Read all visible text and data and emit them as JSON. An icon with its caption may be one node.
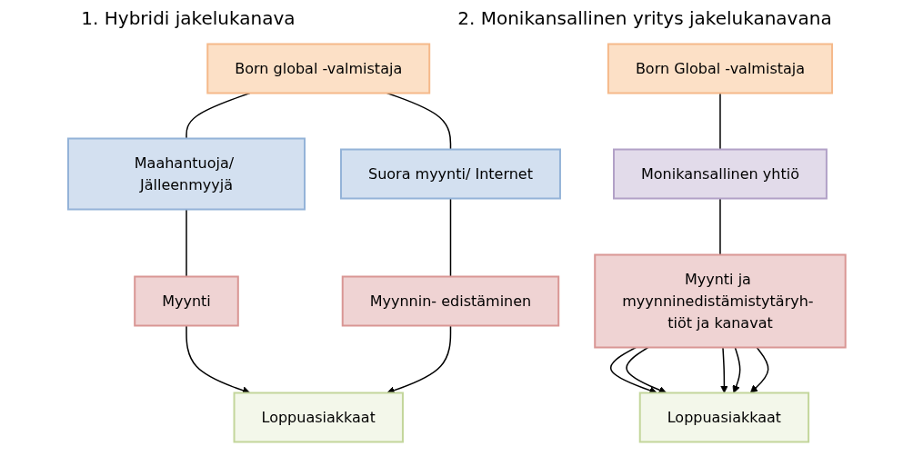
{
  "diagram": {
    "nodes": [
      {
        "text": [
          "Born global -valmistaja"
        ]
      },
      {
        "text": [
          "Maahantuoja/ Jälleenmyyjä"
        ]
      },
      {
        "text": [
          "Suora myynti/ Internet"
        ]
      },
      {
        "text": [
          "Myynti"
        ]
      },
      {
        "text": [
          "Myynnin- edistäminen"
        ]
      },
      {
        "text": [
          "Loppuasiakkaat"
        ]
      },
      {
        "text": [
          "Born Global -valmistaja"
        ]
      },
      {
        "text": [
          "Monikansallinen yhtiö"
        ]
      },
      {
        "text": [
          "Myynti ja myynninedistämistytäryh- tiöt ja kanavat"
        ]
      },
      {
        "text": [
          "Loppuasiakkaat"
        ]
      }
    ],
    "edges": [
      {
        "from": 0,
        "to": 1,
        "arrow": "none"
      },
      {
        "from": 0,
        "to": 2,
        "arrow": "none"
      },
      {
        "from": 1,
        "to": 3,
        "arrow": "none"
      },
      {
        "from": 2,
        "to": 4,
        "arrow": "none"
      },
      {
        "from": 3,
        "to": 5,
        "arrow": "to"
      },
      {
        "from": 4,
        "to": 5,
        "arrow": "to"
      },
      {
        "from": 6,
        "to": 7,
        "arrow": "none"
      },
      {
        "from": 7,
        "to": 8,
        "arrow": "none"
      },
      {
        "from": 8,
        "to": 9,
        "arrow": "to"
      },
      {
        "from": 8,
        "to": 9,
        "arrow": "to"
      },
      {
        "from": 8,
        "to": 9,
        "arrow": "to"
      },
      {
        "from": 8,
        "to": 9,
        "arrow": "to"
      },
      {
        "from": 8,
        "to": 9,
        "arrow": "to"
      }
    ],
    "labels": [
      "1. Hybridi jakelukanava",
      "2. Monikansallinen yritys jakelukanavana"
    ]
  }
}
